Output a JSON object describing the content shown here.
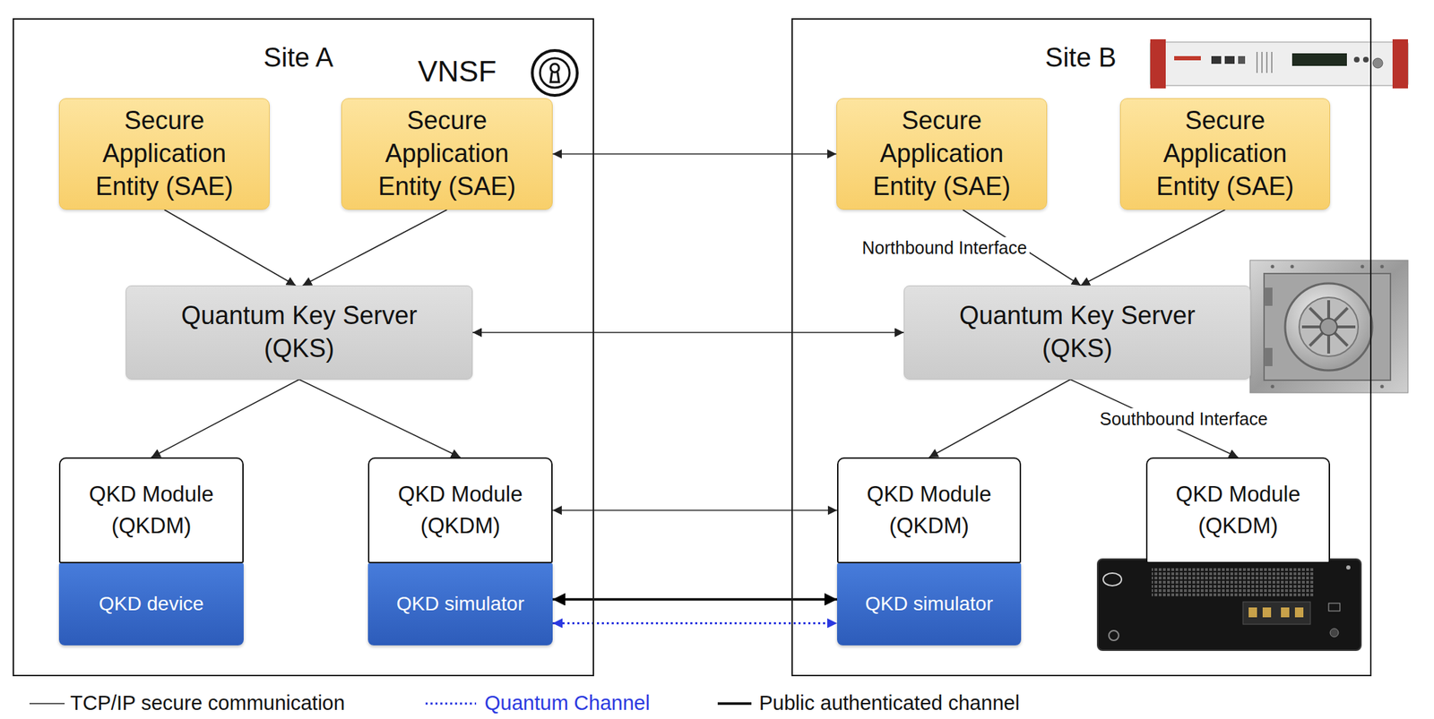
{
  "diagram": {
    "nodes": [
      {
        "text": [
          "Site A"
        ]
      },
      {
        "text": [
          "Secure Application Entity (SAE)"
        ],
        "in": 0
      },
      {
        "text": [
          "Secure Application Entity (SAE)"
        ],
        "in": 0
      },
      {
        "text": [
          "Quantum Key Server (QKS)"
        ],
        "in": 0
      },
      {
        "text": [
          "QKD Module (QKDM)"
        ],
        "in": 0
      },
      {
        "text": [
          "QKD Module (QKDM)"
        ],
        "in": 0
      },
      {
        "text": [
          "QKD device"
        ],
        "in": 0
      },
      {
        "text": [
          "QKD simulator"
        ],
        "in": 0
      },
      {
        "text": [
          "Site B"
        ]
      },
      {
        "text": [
          "Secure Application Entity (SAE)"
        ],
        "in": 8
      },
      {
        "text": [
          "Secure Application Entity (SAE)"
        ],
        "in": 8
      },
      {
        "text": [
          "Quantum Key Server (QKS)"
        ],
        "in": 8
      },
      {
        "text": [
          "QKD Module (QKDM)"
        ],
        "in": 8
      },
      {
        "text": [
          "QKD Module (QKDM)"
        ],
        "in": 8
      },
      {
        "text": [
          "QKD simulator"
        ],
        "in": 8
      }
    ],
    "edges": [
      {
        "from": 1,
        "to": 3,
        "arrow": "to"
      },
      {
        "from": 2,
        "to": 3,
        "arrow": "to"
      },
      {
        "from": 9,
        "to": 11,
        "label": "Northbound Interface",
        "arrow": "to"
      },
      {
        "from": 10,
        "to": 11,
        "arrow": "to"
      },
      {
        "from": 3,
        "to": 4,
        "arrow": "to"
      },
      {
        "from": 3,
        "to": 5,
        "arrow": "to"
      },
      {
        "from": 11,
        "to": 12,
        "arrow": "to"
      },
      {
        "from": 11,
        "to": 13,
        "label": "Southbound Interface",
        "arrow": "to"
      },
      {
        "from": 2,
        "to": 9,
        "arrow": "both"
      },
      {
        "from": 3,
        "to": 11,
        "arrow": "both"
      },
      {
        "from": 5,
        "to": 12,
        "arrow": "both"
      },
      {
        "from": 7,
        "to": 14,
        "arrow": "both"
      },
      {
        "from": 7,
        "to": 14,
        "arrow": "both"
      }
    ],
    "labels": [
      "VNSF"
    ],
    "legend": [
      {
        "text": "TCP/IP secure communication"
      },
      {
        "text": "Quantum Channel"
      },
      {
        "text": "Public authenticated channel"
      }
    ]
  }
}
